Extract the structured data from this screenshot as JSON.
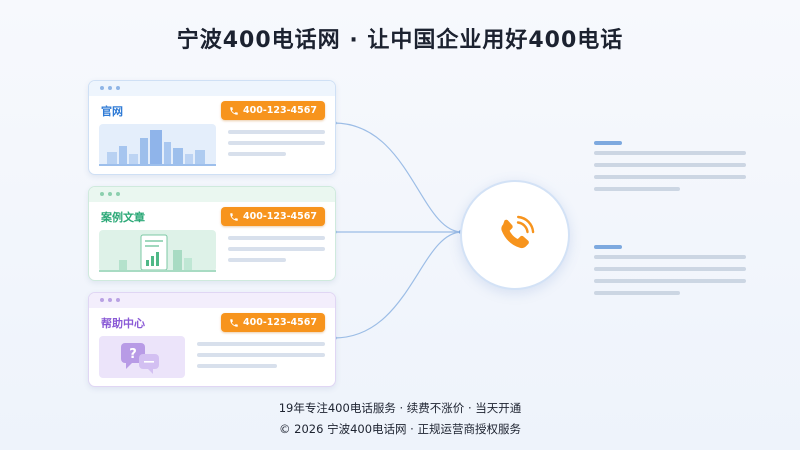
{
  "title": "宁波400电话网 · 让中国企业用好400电话",
  "cards": [
    {
      "label": "官网",
      "phone": "400-123-4567",
      "illustration": "city-skyline",
      "accent": "#2f7bd6",
      "border": "#cfe0f5",
      "bar": "#eef5fd",
      "dot": "#8fb5e6",
      "illus_bg": "#e4eefb"
    },
    {
      "label": "案例文章",
      "phone": "400-123-4567",
      "illustration": "document-chart",
      "accent": "#2aa876",
      "border": "#cfeadd",
      "bar": "#eaf7f0",
      "dot": "#8ccfae",
      "illus_bg": "#def2e8"
    },
    {
      "label": "帮助中心",
      "phone": "400-123-4567",
      "illustration": "question-chat",
      "accent": "#8a5ad6",
      "border": "#e0d6f4",
      "bar": "#f3eefc",
      "dot": "#b9a2e3",
      "illus_bg": "#ece4fa"
    }
  ],
  "center_icon": "phone-ringing-icon",
  "colors": {
    "phone_button": "#f7941d",
    "connector": "#9cbde6",
    "title": "#1c2230"
  },
  "footer": {
    "line1": "19年专注400电话服务 · 续费不涨价 · 当天开通",
    "line2": "© 2026 宁波400电话网 · 正规运营商授权服务"
  }
}
